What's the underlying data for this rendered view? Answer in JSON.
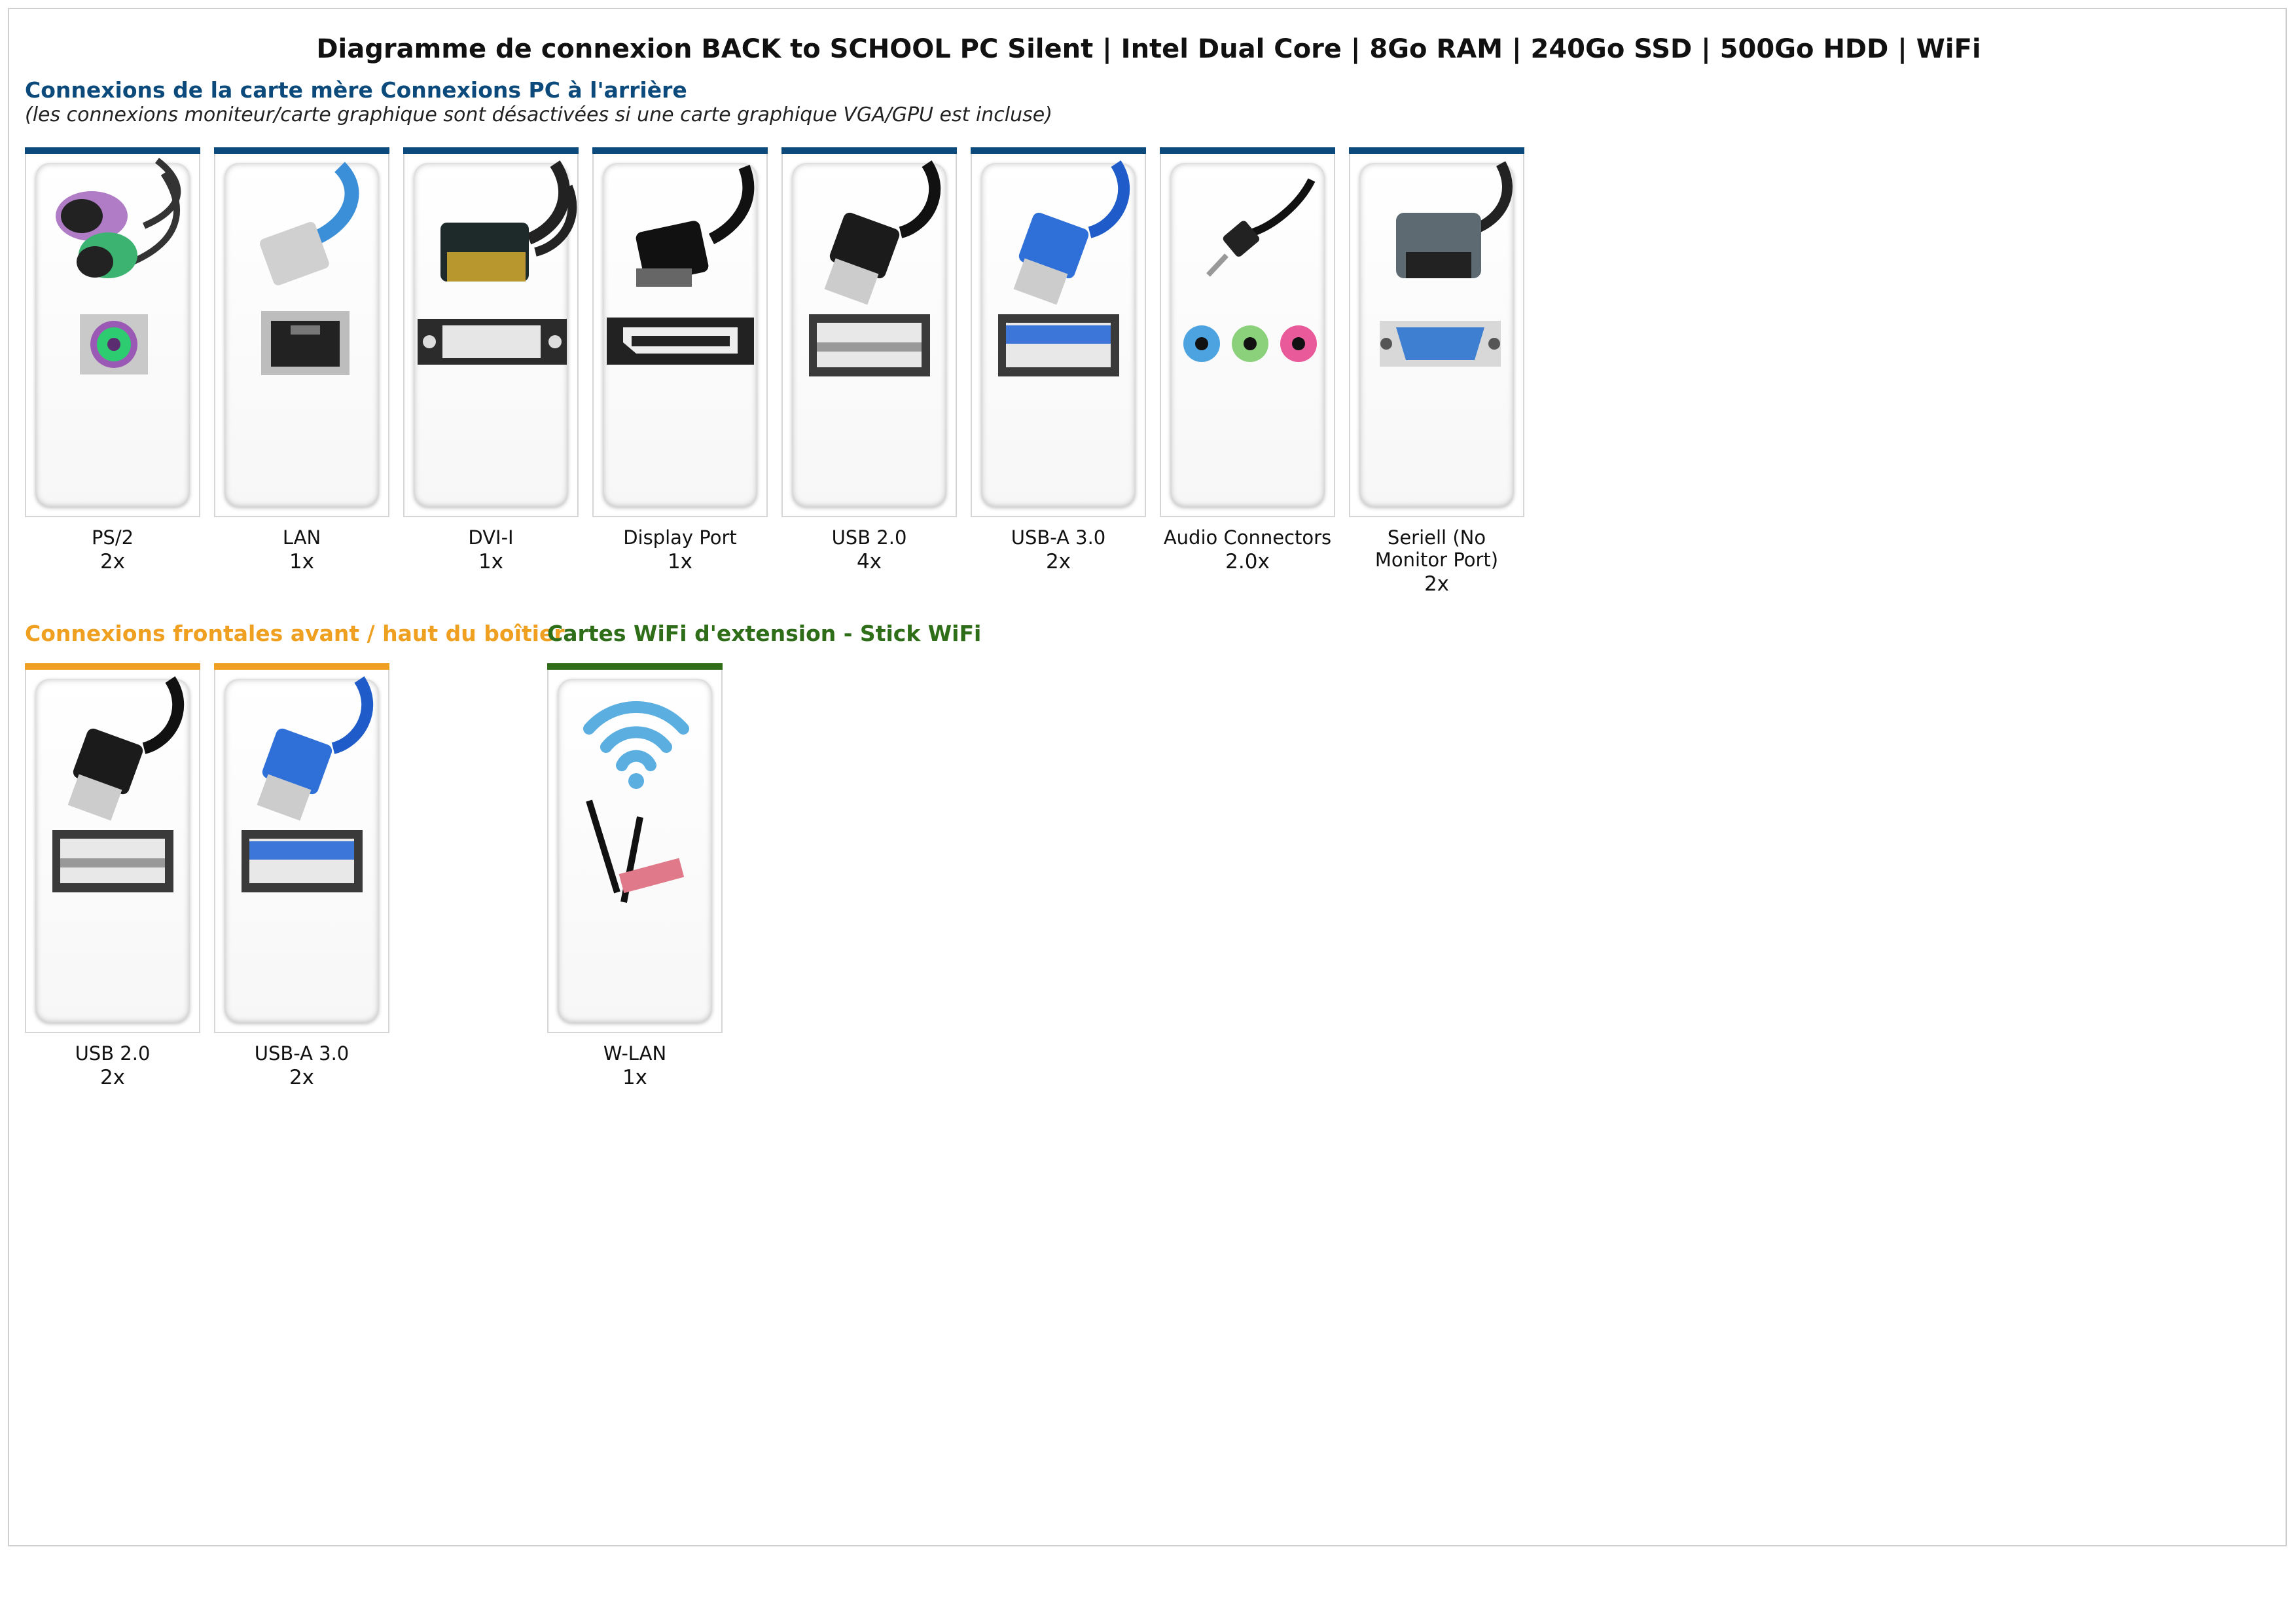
{
  "title": "Diagramme de connexion BACK to SCHOOL PC Silent | Intel Dual Core | 8Go RAM | 240Go SSD | 500Go HDD | WiFi",
  "sections": {
    "rear": {
      "title": "Connexions de la carte mère Connexions PC à l'arrière",
      "subtitle": "(les connexions moniteur/carte graphique sont désactivées si une carte graphique VGA/GPU est incluse)",
      "color": "#0b4a7a",
      "items": [
        {
          "label": "PS/2",
          "count": "2x",
          "icon": "ps2-connector-icon"
        },
        {
          "label": "LAN",
          "count": "1x",
          "icon": "lan-connector-icon"
        },
        {
          "label": "DVI-I",
          "count": "1x",
          "icon": "dvi-connector-icon"
        },
        {
          "label": "Display Port",
          "count": "1x",
          "icon": "displayport-connector-icon"
        },
        {
          "label": "USB 2.0",
          "count": "4x",
          "icon": "usb2-connector-icon"
        },
        {
          "label": "USB-A 3.0",
          "count": "2x",
          "icon": "usb3-connector-icon"
        },
        {
          "label": "Audio Connectors",
          "count": "2.0x",
          "icon": "audio-connector-icon"
        },
        {
          "label": "Seriell (No Monitor Port)",
          "count": "2x",
          "icon": "serial-connector-icon"
        }
      ]
    },
    "front": {
      "title": "Connexions frontales avant / haut du boîtier",
      "color": "#f0a020",
      "items": [
        {
          "label": "USB 2.0",
          "count": "2x",
          "icon": "usb2-connector-icon"
        },
        {
          "label": "USB-A 3.0",
          "count": "2x",
          "icon": "usb3-connector-icon"
        }
      ]
    },
    "wifi": {
      "title": "Cartes WiFi d'extension - Stick WiFi",
      "color": "#2f6e19",
      "items": [
        {
          "label": "W-LAN",
          "count": "1x",
          "icon": "wifi-antenna-icon"
        }
      ]
    }
  }
}
